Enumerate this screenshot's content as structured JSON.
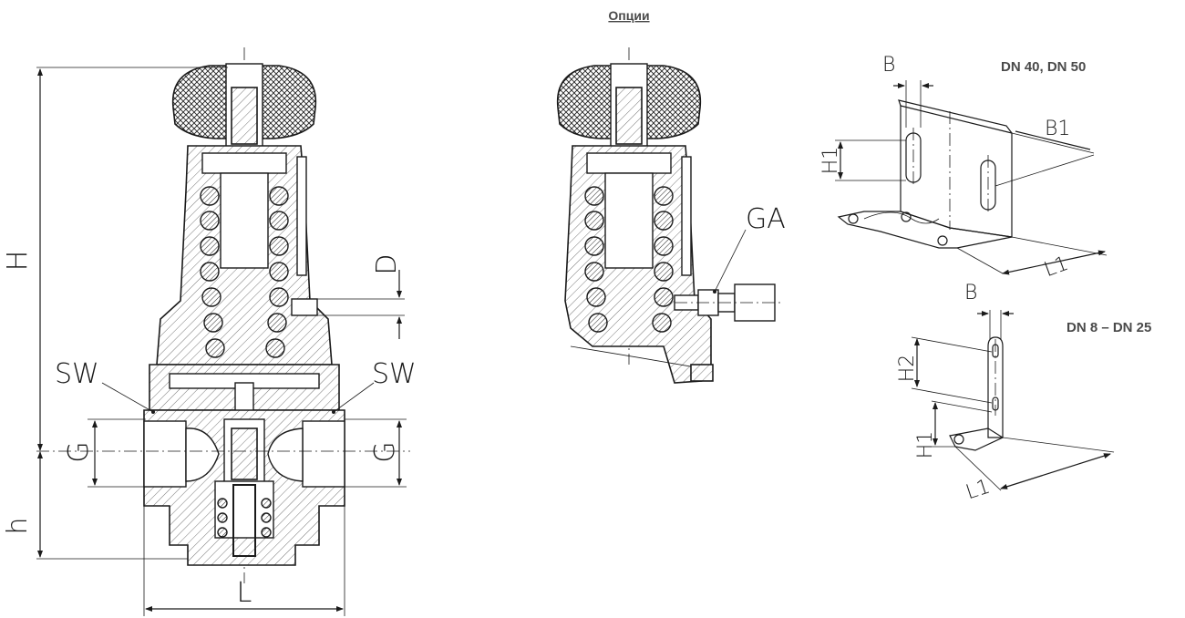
{
  "header": {
    "options_label": "Опции"
  },
  "main_drawing": {
    "labels": {
      "height": "H",
      "lower_height": "h",
      "length": "L",
      "diameter": "D",
      "wrench_left": "SW",
      "wrench_right": "SW",
      "thread_left": "G",
      "thread_right": "G"
    }
  },
  "gauge_option": {
    "labels": {
      "gauge_connection": "GA"
    }
  },
  "bracket_large": {
    "title": "DN 40,  DN 50",
    "labels": {
      "slot_width": "B",
      "width": "B1",
      "height": "H1",
      "length": "L1"
    }
  },
  "bracket_small": {
    "title": "DN 8 – DN 25",
    "labels": {
      "slot_width": "B",
      "height2": "H2",
      "height1": "H1",
      "length": "L1"
    }
  }
}
